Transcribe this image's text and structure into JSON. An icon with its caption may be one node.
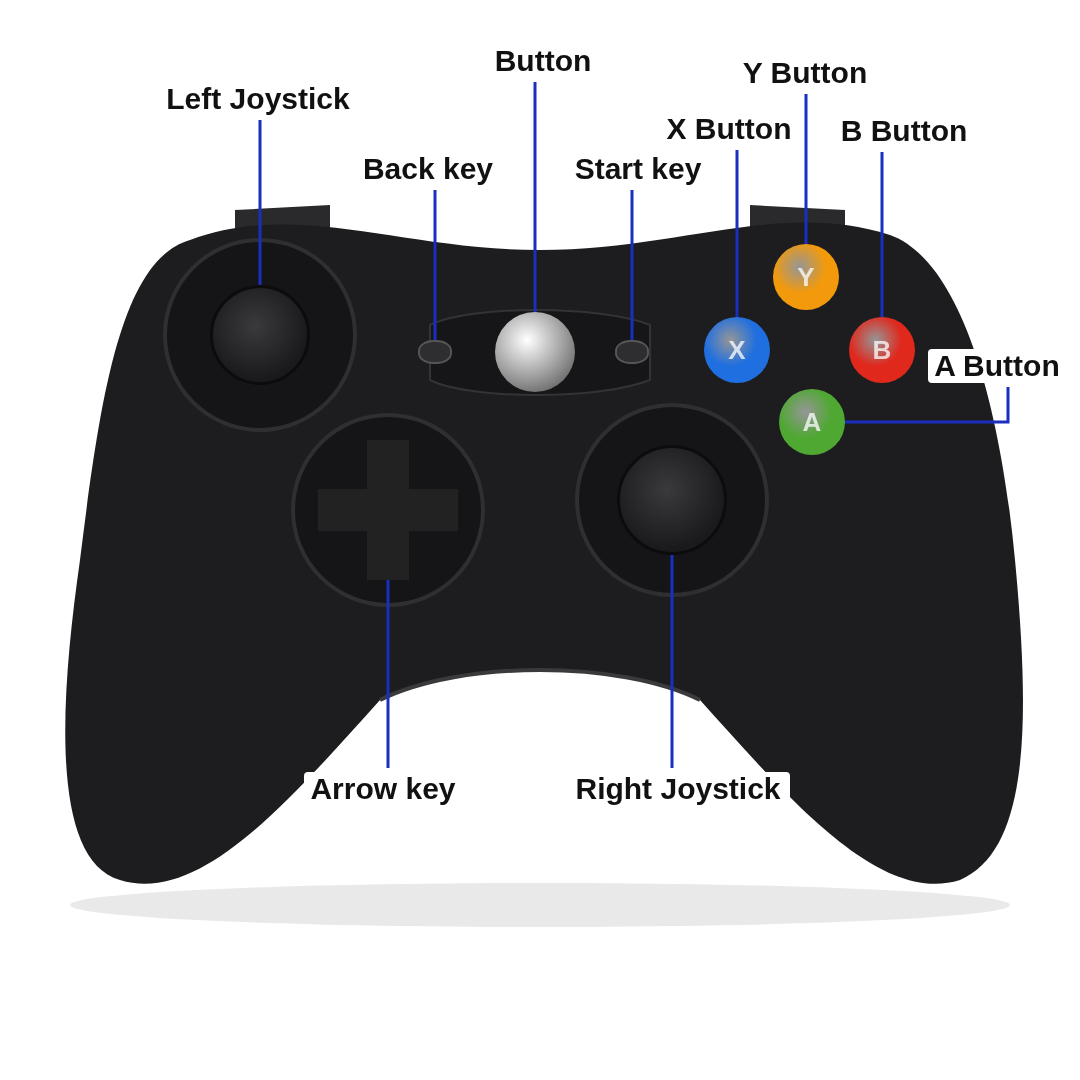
{
  "diagram": {
    "nodes": [
      {
        "text": [
          "Left Joystick"
        ]
      },
      {
        "text": [
          "Button"
        ]
      },
      {
        "text": [
          "Y Button"
        ]
      },
      {
        "text": [
          "X Button"
        ]
      },
      {
        "text": [
          "B Button"
        ]
      },
      {
        "text": [
          "Back key"
        ]
      },
      {
        "text": [
          "Start key"
        ]
      },
      {
        "text": [
          "A Button"
        ]
      },
      {
        "text": [
          "Arrow key"
        ]
      },
      {
        "text": [
          "Right Joystick"
        ]
      },
      {
        "text": [],
        "shape": "circle"
      },
      {
        "text": [],
        "shape": "picture"
      },
      {
        "text": [],
        "shape": "box"
      },
      {
        "text": [],
        "shape": "circle"
      },
      {
        "text": [],
        "shape": "box"
      },
      {
        "text": [],
        "shape": "circle"
      },
      {
        "text": [
          "X"
        ]
      },
      {
        "text": [
          "Y"
        ]
      },
      {
        "text": [
          "A"
        ]
      },
      {
        "text": [
          "B"
        ]
      }
    ],
    "edges": [
      {
        "from": 0,
        "to": 10,
        "arrow": "none"
      },
      {
        "from": 1,
        "to": 13,
        "arrow": "none"
      },
      {
        "from": 2,
        "to": 17,
        "arrow": "none"
      },
      {
        "from": 3,
        "to": 16,
        "arrow": "none"
      },
      {
        "from": 4,
        "to": 19,
        "arrow": "none"
      },
      {
        "from": 5,
        "to": 12,
        "arrow": "none"
      },
      {
        "from": 6,
        "to": 14,
        "arrow": "none"
      },
      {
        "from": 7,
        "to": 18,
        "arrow": "none"
      },
      {
        "from": 8,
        "to": 11,
        "arrow": "none"
      },
      {
        "from": 9,
        "to": 15,
        "arrow": "none"
      }
    ]
  }
}
